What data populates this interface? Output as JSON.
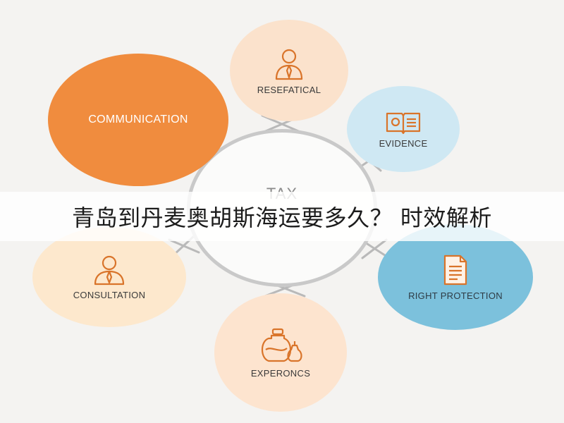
{
  "banner": {
    "title": "青岛到丹麦奥胡斯海运要多久？ 时效解析"
  },
  "center": {
    "label": "TAX"
  },
  "nodes": {
    "communication": {
      "label": "COMMUNICATION",
      "icon": "none"
    },
    "resefatical": {
      "label": "RESEFATICAL",
      "icon": "person-icon"
    },
    "evidence": {
      "label": "EVIDENCE",
      "icon": "book-icon"
    },
    "right_protection": {
      "label": "RIGHT PROTECTION",
      "icon": "document-icon"
    },
    "experoncs": {
      "label": "EXPERONCS",
      "icon": "jar-icon"
    },
    "consultation": {
      "label": "CONSULTATION",
      "icon": "person-icon"
    }
  },
  "colors": {
    "accent_orange": "#f08c3e",
    "icon_orange": "#d9742a",
    "blue_light": "#cfe8f3",
    "blue_mid": "#7cc1dc",
    "peach": "#fbe2cc",
    "ring_gray": "#c9c9c9"
  }
}
